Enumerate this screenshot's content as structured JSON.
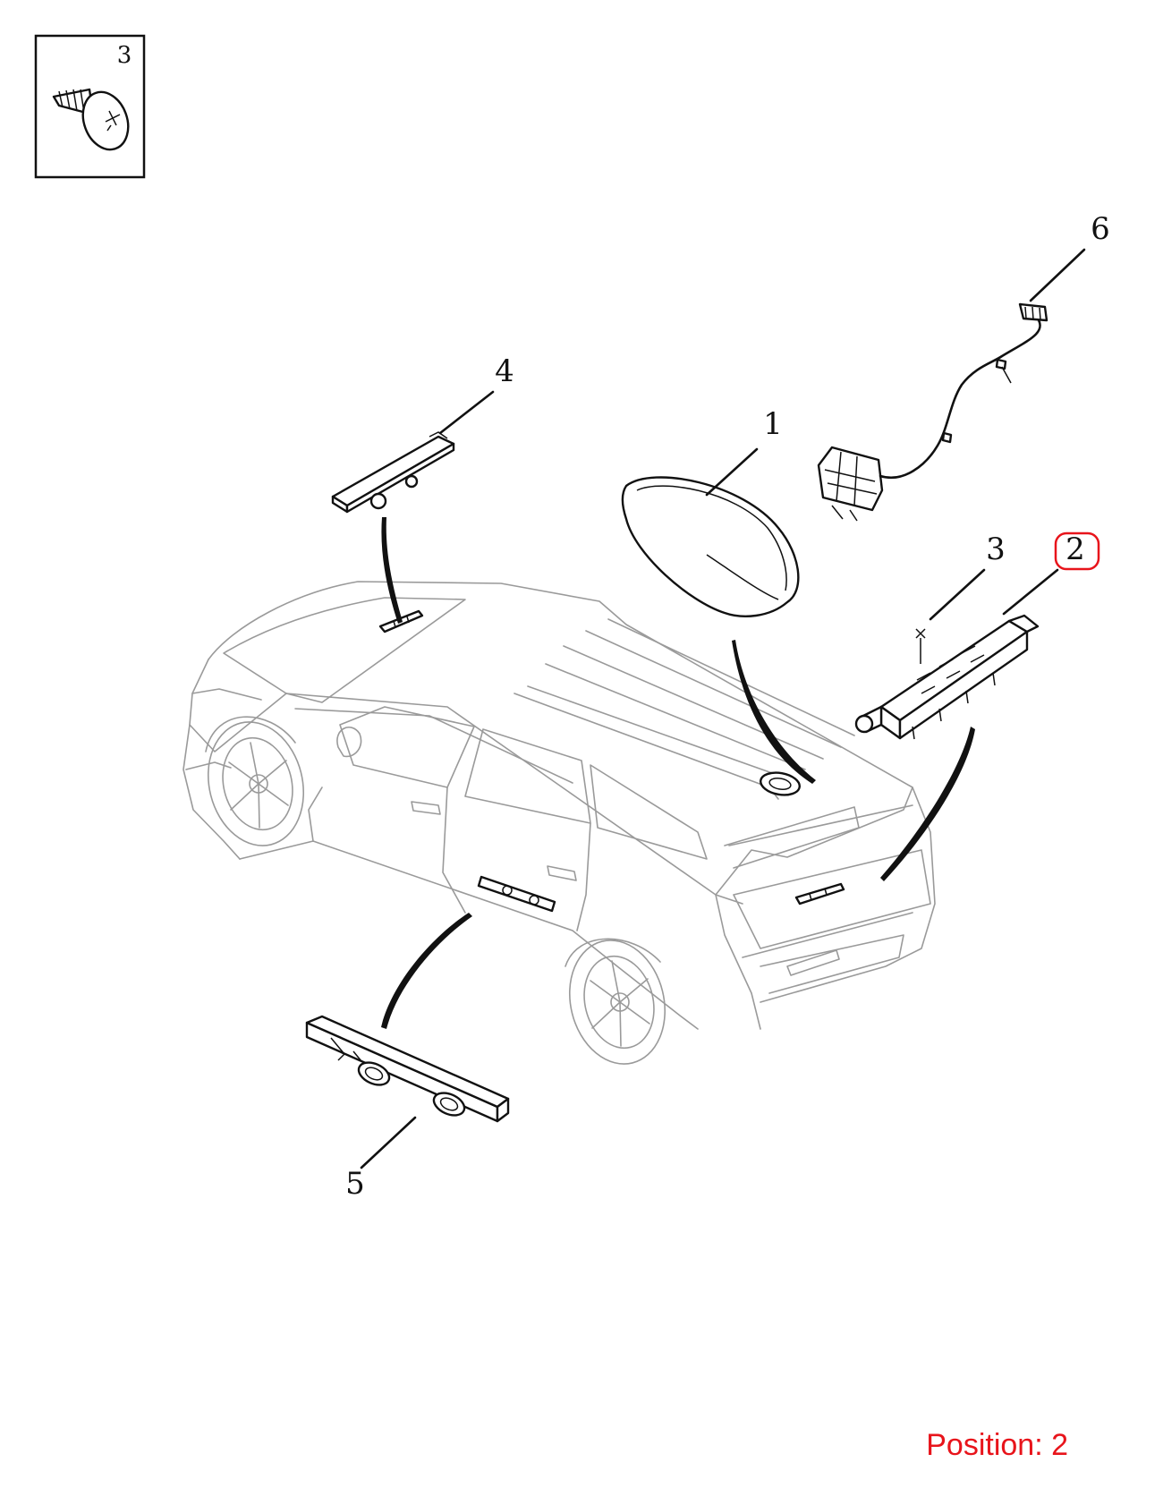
{
  "inset": {
    "callout": "3",
    "icon": "screw-icon"
  },
  "callouts": {
    "c1": "1",
    "c2": "2",
    "c3": "3",
    "c4": "4",
    "c5": "5",
    "c6": "6"
  },
  "highlight_color": "#e8141b",
  "position": {
    "text": "Position: 2"
  }
}
